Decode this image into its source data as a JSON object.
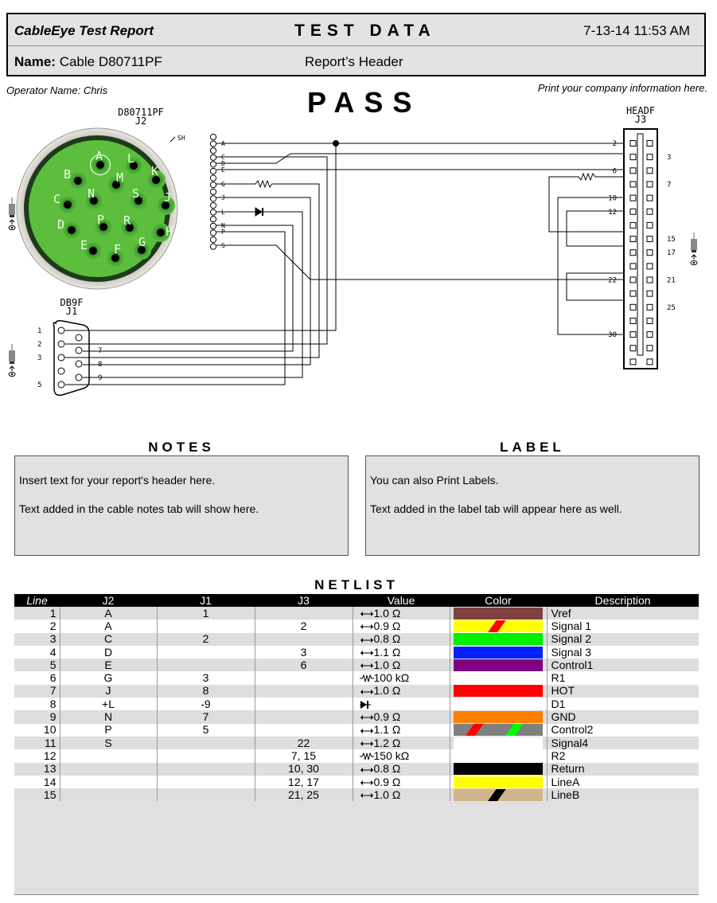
{
  "header": {
    "app": "CableEye Test Report",
    "title": "TEST DATA",
    "datetime": "7-13-14  11:53 AM",
    "name_label": "Name:",
    "name_value": " Cable D80711PF",
    "report_header": "Report’s Header"
  },
  "operator": "Operator Name: Chris",
  "company": "Print your company information here.",
  "result": "PASS",
  "diagram": {
    "j2": {
      "part": "D80711PF",
      "ref": "J2",
      "shield": "SH",
      "pins": [
        "A",
        "L",
        "B",
        "M",
        "K",
        "C",
        "N",
        "S",
        "J",
        "D",
        "P",
        "R",
        "H",
        "E",
        "F",
        "G"
      ],
      "wire_pins": [
        "A",
        "C",
        "D",
        "E",
        "G",
        "J",
        "L",
        "N",
        "P",
        "S"
      ]
    },
    "j1": {
      "part": "DB9F",
      "ref": "J1",
      "left_labels": [
        "1",
        "2",
        "3",
        "5"
      ],
      "right_labels": [
        "7",
        "8",
        "9"
      ]
    },
    "j3": {
      "part": "HEADF",
      "ref": "J3",
      "left_labels": [
        "2",
        "6",
        "10",
        "12",
        "22",
        "30"
      ],
      "right_labels": [
        "3",
        "7",
        "15",
        "17",
        "21",
        "25"
      ]
    }
  },
  "notes": {
    "title": "NOTES",
    "lines": [
      "Insert text for your report's header here.",
      "Text added in the cable notes tab will show here."
    ]
  },
  "label": {
    "title": "LABEL",
    "lines": [
      "You can also Print Labels.",
      "Text added in the label tab will appear here as well."
    ]
  },
  "netlist": {
    "title": "NETLIST",
    "columns": [
      "Line",
      "J2",
      "J1",
      "J3",
      "Value",
      "Color",
      "Description"
    ],
    "rows": [
      {
        "line": "1",
        "j2": "A",
        "j1": "1",
        "j3": "",
        "icon": "continuity",
        "value": "1.0 Ω",
        "color": {
          "base": "#7f4040",
          "stripes": []
        },
        "desc": "Vref"
      },
      {
        "line": "2",
        "j2": "A",
        "j1": "",
        "j3": "2",
        "icon": "continuity",
        "value": "0.9 Ω",
        "color": {
          "base": "#ffff00",
          "stripes": [
            "#ff0000"
          ]
        },
        "desc": "Signal 1"
      },
      {
        "line": "3",
        "j2": "C",
        "j1": "2",
        "j3": "",
        "icon": "continuity",
        "value": "0.8 Ω",
        "color": {
          "base": "#00ee00",
          "stripes": []
        },
        "desc": "Signal 2"
      },
      {
        "line": "4",
        "j2": "D",
        "j1": "",
        "j3": "3",
        "icon": "continuity",
        "value": "1.1 Ω",
        "color": {
          "base": "#0020ff",
          "stripes": []
        },
        "desc": "Signal 3"
      },
      {
        "line": "5",
        "j2": "E",
        "j1": "",
        "j3": "6",
        "icon": "continuity",
        "value": "1.0 Ω",
        "color": {
          "base": "#800080",
          "stripes": []
        },
        "desc": "Control1"
      },
      {
        "line": "6",
        "j2": "G",
        "j1": "3",
        "j3": "",
        "icon": "resistor",
        "value": "100 kΩ",
        "color": null,
        "desc": "R1"
      },
      {
        "line": "7",
        "j2": "J",
        "j1": "8",
        "j3": "",
        "icon": "continuity",
        "value": "1.0 Ω",
        "color": {
          "base": "#ff0000",
          "stripes": []
        },
        "desc": "HOT"
      },
      {
        "line": "8",
        "j2": "+L",
        "j1": "-9",
        "j3": "",
        "icon": "diode",
        "value": "",
        "color": null,
        "desc": "D1"
      },
      {
        "line": "9",
        "j2": "N",
        "j1": "7",
        "j3": "",
        "icon": "continuity",
        "value": "0.9 Ω",
        "color": {
          "base": "#ff8000",
          "stripes": []
        },
        "desc": "GND"
      },
      {
        "line": "10",
        "j2": "P",
        "j1": "5",
        "j3": "",
        "icon": "continuity",
        "value": "1.1 Ω",
        "color": {
          "base": "#808080",
          "stripes": [
            "#ff0000",
            "#00ff00"
          ]
        },
        "desc": "Control2"
      },
      {
        "line": "11",
        "j2": "S",
        "j1": "",
        "j3": "22",
        "icon": "continuity",
        "value": "1.2 Ω",
        "color": {
          "base": "#ffffff",
          "stripes": []
        },
        "desc": "Signal4"
      },
      {
        "line": "12",
        "j2": "",
        "j1": "",
        "j3": "7, 15",
        "icon": "resistor",
        "value": "150 kΩ",
        "color": null,
        "desc": "R2"
      },
      {
        "line": "13",
        "j2": "",
        "j1": "",
        "j3": "10, 30",
        "icon": "continuity",
        "value": "0.8 Ω",
        "color": {
          "base": "#000000",
          "stripes": []
        },
        "desc": "Return"
      },
      {
        "line": "14",
        "j2": "",
        "j1": "",
        "j3": "12, 17",
        "icon": "continuity",
        "value": "0.9 Ω",
        "color": {
          "base": "#ffff00",
          "stripes": []
        },
        "desc": "LineA"
      },
      {
        "line": "15",
        "j2": "",
        "j1": "",
        "j3": "21, 25",
        "icon": "continuity",
        "value": "1.0 Ω",
        "color": {
          "base": "#d2b48c",
          "stripes": [
            "#000000"
          ]
        },
        "desc": "LineB"
      }
    ]
  }
}
